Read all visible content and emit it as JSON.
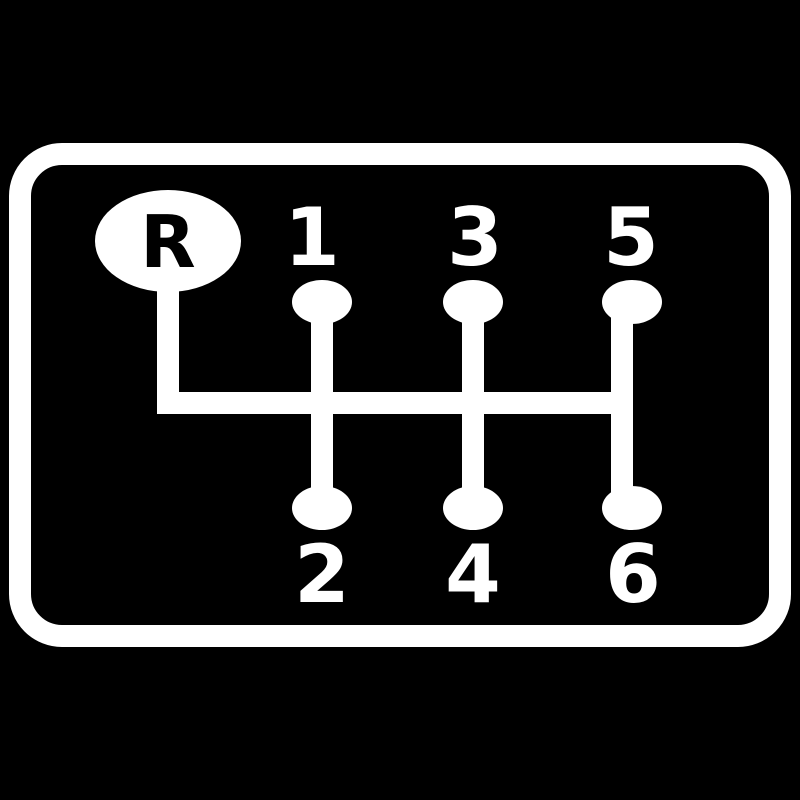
{
  "colors": {
    "background": "#000000",
    "foreground": "#ffffff"
  },
  "gears": {
    "reverse": "R",
    "first": "1",
    "second": "2",
    "third": "3",
    "fourth": "4",
    "fifth": "5",
    "sixth": "6"
  }
}
